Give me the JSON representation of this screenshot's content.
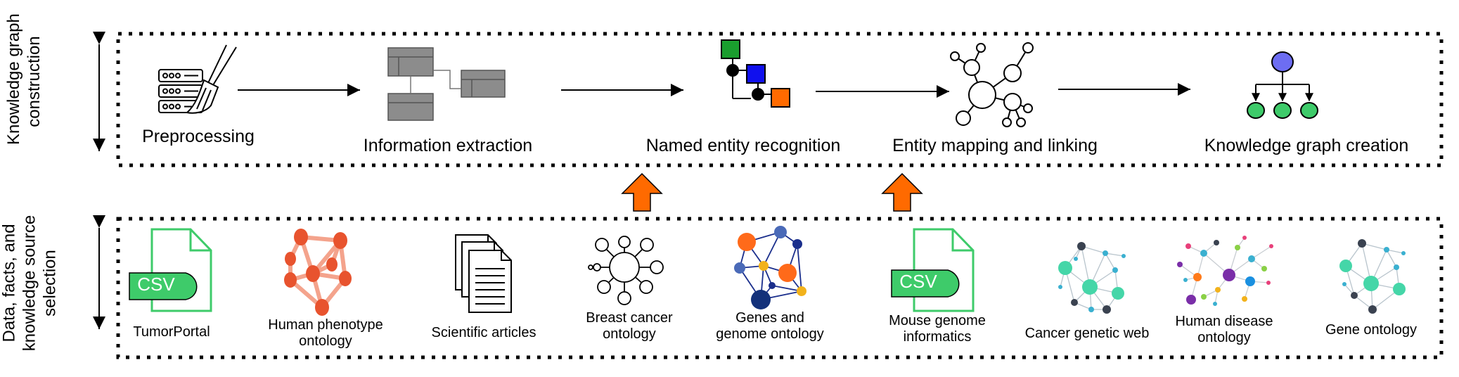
{
  "side_labels": {
    "top": [
      "Knowledge graph",
      "construction"
    ],
    "bottom": [
      "Data, facts, and",
      "knowledge source",
      "selection"
    ]
  },
  "steps": [
    {
      "label": "Preprocessing",
      "icon": "broom-server-icon"
    },
    {
      "label": "Information extraction",
      "icon": "database-table-icon"
    },
    {
      "label": "Named entity recognition",
      "icon": "entity-boxes-icon"
    },
    {
      "label": "Entity mapping and linking",
      "icon": "network-icon"
    },
    {
      "label": "Knowledge graph creation",
      "icon": "hierarchy-icon"
    }
  ],
  "sources": [
    {
      "lines": [
        "TumorPortal"
      ],
      "icon": "csv-file-icon"
    },
    {
      "lines": [
        "Human phenotype",
        "ontology"
      ],
      "icon": "graph-icon"
    },
    {
      "lines": [
        "Scientific articles"
      ],
      "icon": "documents-icon"
    },
    {
      "lines": [
        "Breast cancer",
        "ontology"
      ],
      "icon": "star-network-icon"
    },
    {
      "lines": [
        "Genes and",
        "genome ontology"
      ],
      "icon": "colored-network-icon"
    },
    {
      "lines": [
        "Mouse genome",
        "informatics"
      ],
      "icon": "csv-file-icon"
    },
    {
      "lines": [
        "Cancer genetic web"
      ],
      "icon": "web-network-icon"
    },
    {
      "lines": [
        "Human disease",
        "ontology"
      ],
      "icon": "multicolor-network-icon"
    },
    {
      "lines": [
        "Gene ontology"
      ],
      "icon": "web-network-icon"
    }
  ],
  "csv_text": "CSV",
  "colors": {
    "csv_green": "#3ecb6a",
    "arrow_orange": "#ff6a00",
    "red_node": "#e8532e",
    "hier_blue": "#6d6df2",
    "hier_green": "#3ecb6a"
  }
}
